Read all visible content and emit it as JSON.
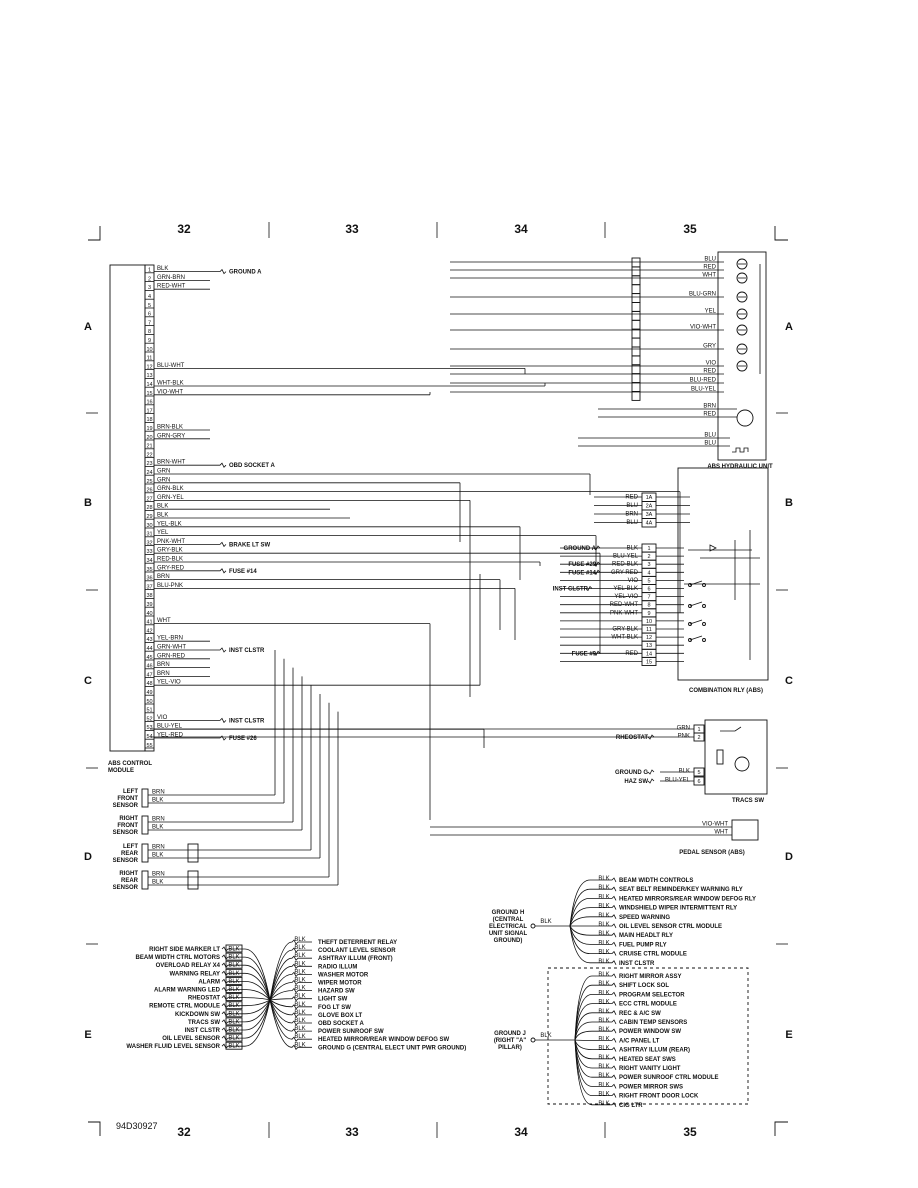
{
  "grid": {
    "columns": [
      "32",
      "33",
      "34",
      "35"
    ],
    "rows": [
      "A",
      "B",
      "C",
      "D",
      "E"
    ],
    "code": "94D30927"
  },
  "abs_module": {
    "title": "ABS CONTROL MODULE",
    "pins": [
      {
        "n": "1",
        "w": "BLK",
        "to": "GROUND A"
      },
      {
        "n": "2",
        "w": "GRN-BRN",
        "to": ""
      },
      {
        "n": "3",
        "w": "RED-WHT",
        "to": ""
      },
      {
        "n": "4",
        "w": "",
        "to": ""
      },
      {
        "n": "5",
        "w": "",
        "to": ""
      },
      {
        "n": "6",
        "w": "",
        "to": ""
      },
      {
        "n": "7",
        "w": "",
        "to": ""
      },
      {
        "n": "8",
        "w": "",
        "to": ""
      },
      {
        "n": "9",
        "w": "",
        "to": ""
      },
      {
        "n": "10",
        "w": "",
        "to": ""
      },
      {
        "n": "11",
        "w": "",
        "to": ""
      },
      {
        "n": "12",
        "w": "BLU-WHT",
        "to": ""
      },
      {
        "n": "13",
        "w": "",
        "to": ""
      },
      {
        "n": "14",
        "w": "WHT-BLK",
        "to": ""
      },
      {
        "n": "15",
        "w": "VIO-WHT",
        "to": ""
      },
      {
        "n": "16",
        "w": "",
        "to": ""
      },
      {
        "n": "17",
        "w": "",
        "to": ""
      },
      {
        "n": "18",
        "w": "",
        "to": ""
      },
      {
        "n": "19",
        "w": "BRN-BLK",
        "to": ""
      },
      {
        "n": "20",
        "w": "GRN-GRY",
        "to": ""
      },
      {
        "n": "21",
        "w": "",
        "to": ""
      },
      {
        "n": "22",
        "w": "",
        "to": ""
      },
      {
        "n": "23",
        "w": "BRN-WHT",
        "to": "OBD SOCKET A"
      },
      {
        "n": "24",
        "w": "GRN",
        "to": ""
      },
      {
        "n": "25",
        "w": "GRN",
        "to": ""
      },
      {
        "n": "26",
        "w": "GRN-BLK",
        "to": ""
      },
      {
        "n": "27",
        "w": "GRN-YEL",
        "to": ""
      },
      {
        "n": "28",
        "w": "BLK",
        "to": ""
      },
      {
        "n": "29",
        "w": "BLK",
        "to": ""
      },
      {
        "n": "30",
        "w": "YEL-BLK",
        "to": ""
      },
      {
        "n": "31",
        "w": "YEL",
        "to": ""
      },
      {
        "n": "32",
        "w": "PNK-WHT",
        "to": "BRAKE LT SW"
      },
      {
        "n": "33",
        "w": "GRY-BLK",
        "to": ""
      },
      {
        "n": "34",
        "w": "RED-BLK",
        "to": ""
      },
      {
        "n": "35",
        "w": "GRY-RED",
        "to": "FUSE #14"
      },
      {
        "n": "36",
        "w": "BRN",
        "to": ""
      },
      {
        "n": "37",
        "w": "BLU-PNK",
        "to": ""
      },
      {
        "n": "38",
        "w": "",
        "to": ""
      },
      {
        "n": "39",
        "w": "",
        "to": ""
      },
      {
        "n": "40",
        "w": "",
        "to": ""
      },
      {
        "n": "41",
        "w": "WHT",
        "to": ""
      },
      {
        "n": "42",
        "w": "",
        "to": ""
      },
      {
        "n": "43",
        "w": "YEL-BRN",
        "to": ""
      },
      {
        "n": "44",
        "w": "GRN-WHT",
        "to": "INST CLSTR"
      },
      {
        "n": "45",
        "w": "GRN-RED",
        "to": ""
      },
      {
        "n": "46",
        "w": "BRN",
        "to": ""
      },
      {
        "n": "47",
        "w": "BRN",
        "to": ""
      },
      {
        "n": "48",
        "w": "YEL-VIO",
        "to": ""
      },
      {
        "n": "49",
        "w": "",
        "to": ""
      },
      {
        "n": "50",
        "w": "",
        "to": ""
      },
      {
        "n": "51",
        "w": "",
        "to": ""
      },
      {
        "n": "52",
        "w": "VIO",
        "to": "INST CLSTR"
      },
      {
        "n": "53",
        "w": "BLU-YEL",
        "to": ""
      },
      {
        "n": "54",
        "w": "YEL-RED",
        "to": "FUSE #26"
      },
      {
        "n": "55",
        "w": "",
        "to": ""
      }
    ]
  },
  "hydraulic": {
    "title": "ABS HYDRAULIC UNIT",
    "wires": [
      "BLU",
      "RED",
      "WHT",
      "BLU-GRN",
      "YEL",
      "VIO-WHT",
      "GRY",
      "VIO",
      "RED",
      "BLU-RED",
      "BLU-YEL"
    ],
    "pump_wires": [
      "BRN",
      "RED"
    ],
    "motor_wires": [
      "BLU",
      "BLU"
    ]
  },
  "relay": {
    "title": "COMBINATION RLY (ABS)",
    "top_pins": [
      {
        "n": "1A",
        "w": "RED"
      },
      {
        "n": "2A",
        "w": "BLU"
      },
      {
        "n": "3A",
        "w": "BRN"
      },
      {
        "n": "4A",
        "w": "BLU"
      }
    ],
    "pins": [
      {
        "n": "1",
        "w": "BLK",
        "src": "GROUND A"
      },
      {
        "n": "2",
        "w": "BLU-YEL",
        "src": ""
      },
      {
        "n": "3",
        "w": "RED-BLK",
        "src": "FUSE #29"
      },
      {
        "n": "4",
        "w": "GRY-RED",
        "src": "FUSE #14"
      },
      {
        "n": "5",
        "w": "VIO",
        "src": ""
      },
      {
        "n": "6",
        "w": "YEL-BLK",
        "src": "INST CLSTR"
      },
      {
        "n": "7",
        "w": "YEL-VIO",
        "src": ""
      },
      {
        "n": "8",
        "w": "RED-WHT",
        "src": ""
      },
      {
        "n": "9",
        "w": "PNK-WHT",
        "src": ""
      },
      {
        "n": "10",
        "w": "",
        "src": ""
      },
      {
        "n": "11",
        "w": "GRY-BLK",
        "src": ""
      },
      {
        "n": "12",
        "w": "WHT-BLK",
        "src": ""
      },
      {
        "n": "13",
        "w": "",
        "src": ""
      },
      {
        "n": "14",
        "w": "RED",
        "src": "FUSE #9"
      },
      {
        "n": "15",
        "w": "",
        "src": ""
      }
    ]
  },
  "tracs": {
    "title": "TRACS SW",
    "pins": [
      {
        "n": "1",
        "w": "GRN",
        "src": ""
      },
      {
        "n": "2",
        "w": "PNK",
        "src": "RHEOSTAT"
      },
      {
        "n": "5",
        "w": "BLK",
        "src": "GROUND G"
      },
      {
        "n": "6",
        "w": "BLU-YEL",
        "src": "HAZ SW"
      }
    ]
  },
  "pedal": {
    "title": "PEDAL SENSOR (ABS)",
    "wires": [
      "VIO-WHT",
      "WHT"
    ]
  },
  "sensors": [
    {
      "name": "LEFT FRONT SENSOR",
      "wires": [
        "BRN",
        "BLK"
      ]
    },
    {
      "name": "RIGHT FRONT SENSOR",
      "wires": [
        "BRN",
        "BLK"
      ]
    },
    {
      "name": "LEFT REAR SENSOR",
      "wires": [
        "BRN",
        "BLK"
      ]
    },
    {
      "name": "RIGHT REAR SENSOR",
      "wires": [
        "BRN",
        "BLK"
      ]
    }
  ],
  "ground_g": {
    "wire": "BLK",
    "left": [
      "RIGHT SIDE MARKER LT",
      "BEAM WIDTH CTRL MOTORS",
      "OVERLOAD RELAY X4",
      "WARNING RELAY",
      "ALARM",
      "ALARM WARNING LED",
      "RHEOSTAT",
      "REMOTE CTRL MODULE",
      "KICKDOWN SW",
      "TRACS SW",
      "INST CLSTR",
      "OIL LEVEL SENSOR",
      "WASHER FLUID LEVEL SENSOR"
    ],
    "right": [
      "THEFT DETERRENT RELAY",
      "COOLANT LEVEL SENSOR",
      "ASHTRAY ILLUM (FRONT)",
      "RADIO ILLUM",
      "WASHER MOTOR",
      "WIPER MOTOR",
      "HAZARD SW",
      "LIGHT SW",
      "FOG LT SW",
      "GLOVE BOX LT",
      "OBD SOCKET A",
      "POWER SUNROOF SW",
      "HEATED MIRROR/REAR WINDOW DEFOG SW",
      "GROUND G (CENTRAL ELECT UNIT PWR GROUND)"
    ]
  },
  "ground_h": {
    "label": "GROUND H (CENTRAL ELECTRICAL UNIT SIGNAL GROUND)",
    "wire": "BLK",
    "items": [
      "BEAM WIDTH CONTROLS",
      "SEAT BELT REMINDER/KEY WARNING RLY",
      "HEATED MIRRORS/REAR WINDOW DEFOG RLY",
      "WINDSHIELD WIPER INTERMITTENT RLY",
      "SPEED WARNING",
      "OIL LEVEL SENSOR CTRL MODULE",
      "MAIN HEADLT RLY",
      "FUEL PUMP RLY",
      "CRUISE CTRL MODULE",
      "INST CLSTR"
    ]
  },
  "ground_j": {
    "label": "GROUND J (RIGHT \"A\" PILLAR)",
    "wire": "BLK",
    "items": [
      "RIGHT MIRROR ASSY",
      "SHIFT LOCK SOL",
      "PROGRAM SELECTOR",
      "ECC CTRL MODULE",
      "REC & A/C SW",
      "CABIN TEMP SENSORS",
      "POWER WINDOW SW",
      "A/C PANEL LT",
      "ASHTRAY ILLUM (REAR)",
      "HEATED SEAT SWS",
      "RIGHT VANITY LIGHT",
      "POWER SUNROOF CTRL MODULE",
      "POWER MIRROR SWS",
      "RIGHT FRONT DOOR LOCK",
      "CIG LTR"
    ]
  }
}
